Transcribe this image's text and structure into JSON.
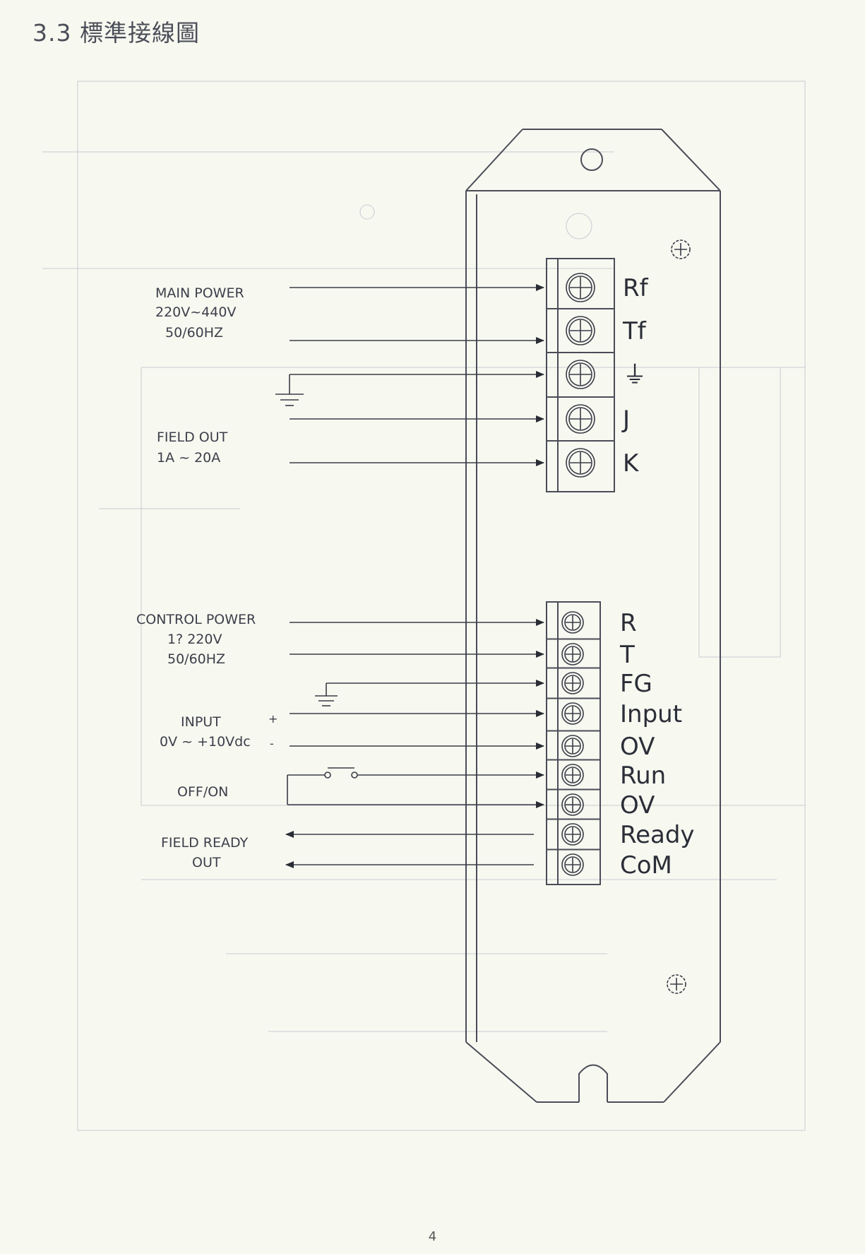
{
  "header": {
    "title": "3.3 標準接線圖"
  },
  "upper_block": {
    "groups": [
      {
        "lines": [
          "MAIN POWER",
          "220V~440V",
          "50/60HZ"
        ]
      },
      {
        "lines": [
          "FIELD OUT",
          "1A ~ 20A"
        ]
      }
    ],
    "terminals": [
      "Rf",
      "Tf",
      "⏚",
      "J",
      "K"
    ]
  },
  "lower_block": {
    "groups": [
      {
        "lines": [
          "CONTROL POWER",
          "1? 220V",
          "50/60HZ"
        ]
      },
      {
        "lines": [
          "INPUT",
          "0V ~ +10Vdc"
        ],
        "plus": "+",
        "minus": "-"
      },
      {
        "lines": [
          "OFF/ON"
        ]
      },
      {
        "lines": [
          "FIELD READY",
          "OUT"
        ]
      }
    ],
    "terminals": [
      "R",
      "T",
      "FG",
      "Input",
      "OV",
      "Run",
      "OV",
      "Ready",
      "CoM"
    ]
  },
  "footer": {
    "page_number": "4"
  }
}
